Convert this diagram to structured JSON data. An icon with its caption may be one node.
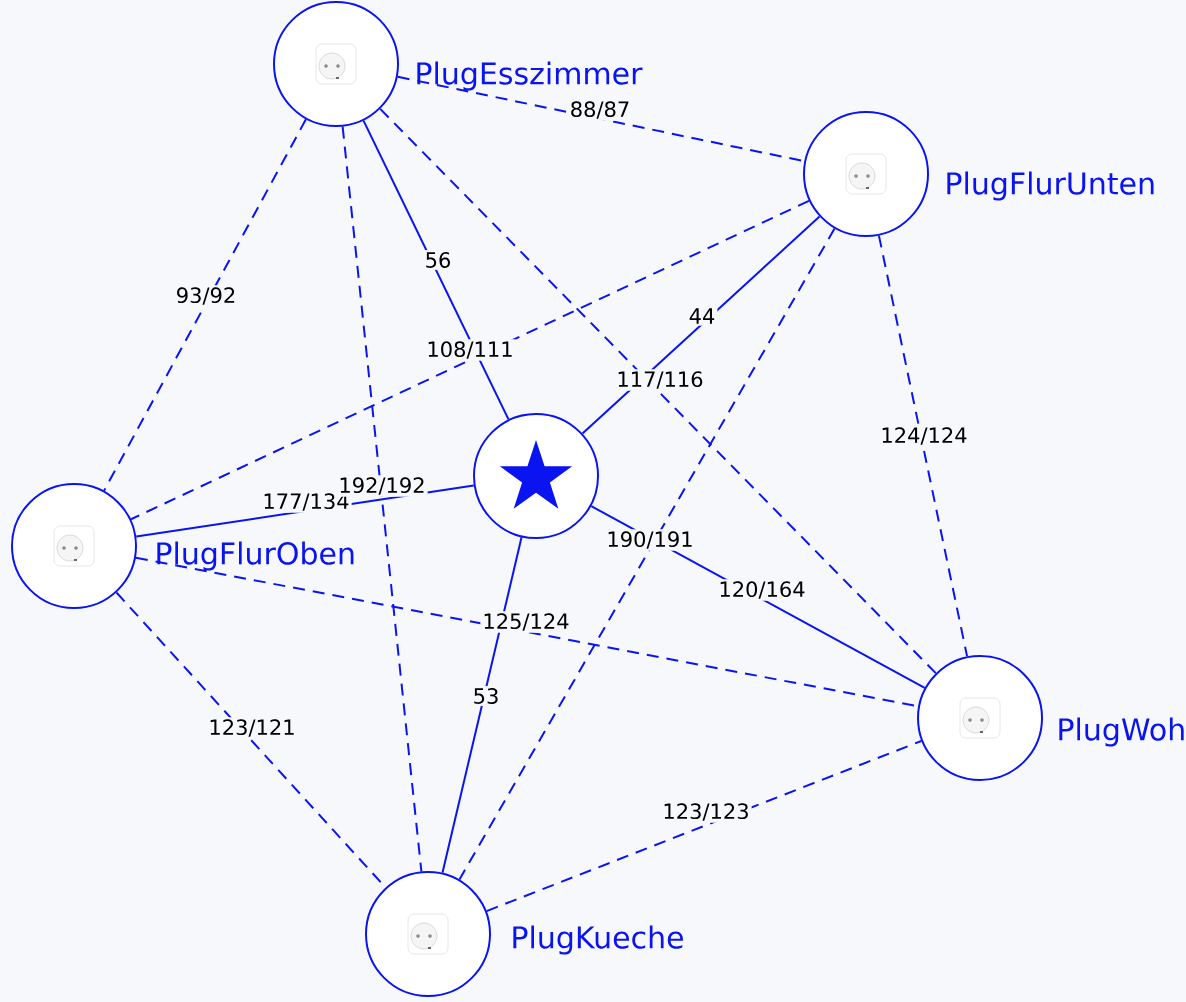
{
  "diagram": {
    "nodes": [
      {
        "text": [],
        "shape": "star"
      },
      {
        "text": [
          "PlugEsszimmer"
        ]
      },
      {
        "text": [
          "PlugFlurUnten"
        ]
      },
      {
        "text": [
          "PlugFlurOben"
        ]
      },
      {
        "text": [
          "PlugWoh"
        ]
      },
      {
        "text": [
          "PlugKueche"
        ]
      }
    ],
    "edges": [
      {
        "from": 0,
        "to": 1,
        "arrow": "none",
        "label": "56"
      },
      {
        "from": 0,
        "to": 2,
        "arrow": "none",
        "label": "44"
      },
      {
        "from": 0,
        "to": 3,
        "arrow": "none",
        "label": "177/134"
      },
      {
        "from": 0,
        "to": 4,
        "arrow": "none",
        "label": "120/164"
      },
      {
        "from": 0,
        "to": 5,
        "arrow": "none",
        "label": "53"
      },
      {
        "from": 1,
        "to": 2,
        "arrow": "none",
        "label": "88/87",
        "style": "dashed"
      },
      {
        "from": 1,
        "to": 3,
        "arrow": "none",
        "label": "93/92",
        "style": "dashed"
      },
      {
        "from": 2,
        "to": 3,
        "arrow": "none",
        "label": "108/111",
        "style": "dashed"
      },
      {
        "from": 1,
        "to": 5,
        "arrow": "none",
        "label": "192/192",
        "style": "dashed"
      },
      {
        "from": 1,
        "to": 4,
        "arrow": "none",
        "label": "117/116",
        "style": "dashed"
      },
      {
        "from": 2,
        "to": 5,
        "arrow": "none",
        "label": "190/191",
        "style": "dashed"
      },
      {
        "from": 2,
        "to": 4,
        "arrow": "none",
        "label": "124/124",
        "style": "dashed"
      },
      {
        "from": 3,
        "to": 4,
        "arrow": "none",
        "label": "125/124",
        "style": "dashed"
      },
      {
        "from": 3,
        "to": 5,
        "arrow": "none",
        "label": "123/121",
        "style": "dashed"
      },
      {
        "from": 5,
        "to": 4,
        "arrow": "none",
        "label": "123/123",
        "style": "dashed"
      }
    ]
  }
}
